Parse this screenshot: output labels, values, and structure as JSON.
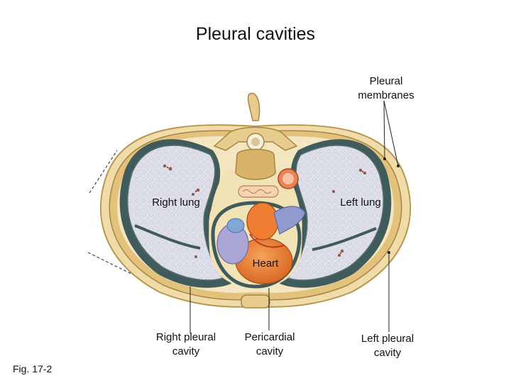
{
  "title": "Pleural cavities",
  "labels": {
    "pleural_membranes": "Pleural\nmembranes",
    "right_lung": "Right   lung",
    "left_lung": "Left  lung",
    "heart": "Heart",
    "right_pleural_cavity": "Right pleural\ncavity",
    "pericardial_cavity": "Pericardial\ncavity",
    "left_pleural_cavity": "Left pleural\ncavity"
  },
  "figure_label": "Fig. 17-2",
  "colors": {
    "bone": "#e8cc8e",
    "lung": "#dcdde6",
    "pleura": "#3f5b5c",
    "heart": "#e8752c",
    "vessel_blue": "#8f9bcc",
    "fat": "#f1e3b8"
  }
}
